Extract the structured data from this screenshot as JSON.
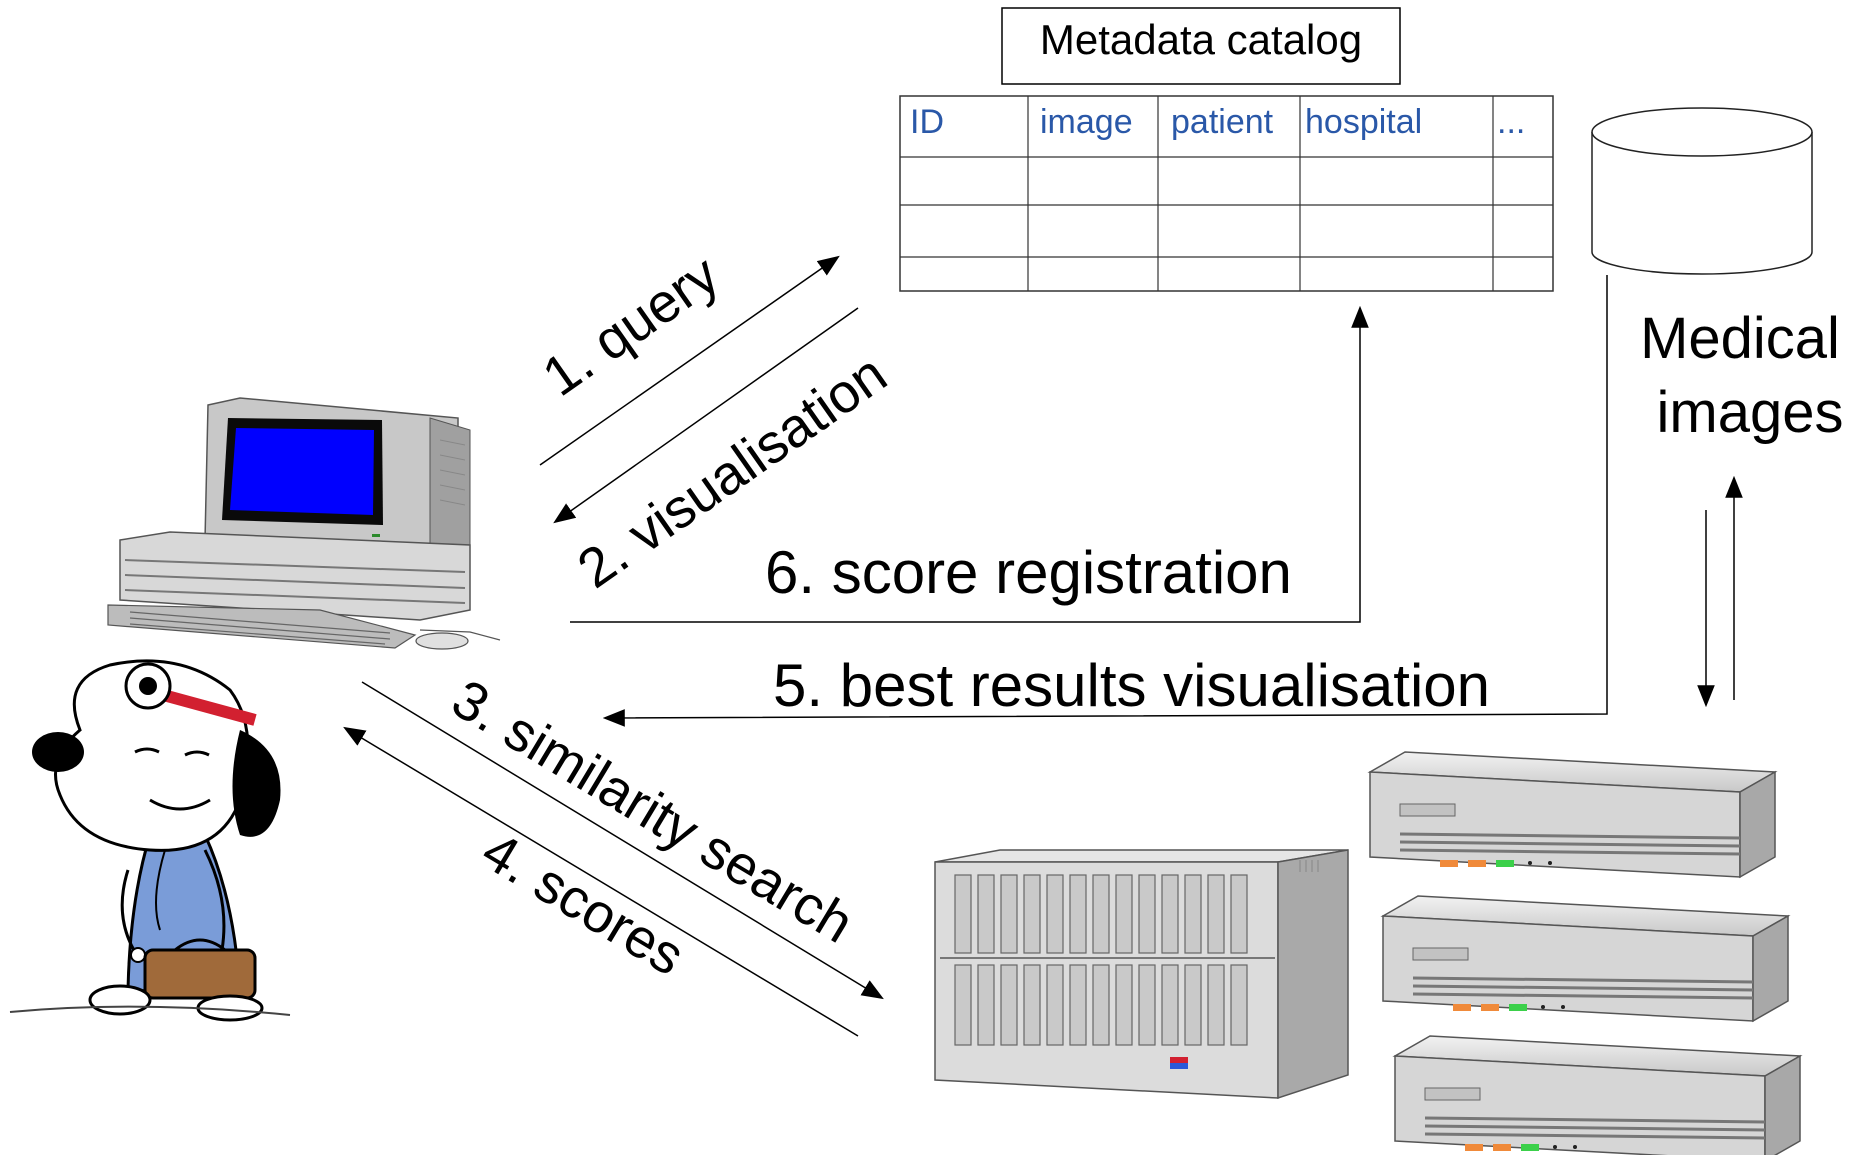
{
  "catalog": {
    "title": "Metadata catalog",
    "columns": [
      "ID",
      "image",
      "patient",
      "hospital",
      "..."
    ]
  },
  "storage": {
    "label_line1": "Medical",
    "label_line2": "images"
  },
  "arrows": {
    "query": "1. query",
    "visualisation": "2. visualisation",
    "similarity_search": "3. similarity search",
    "scores": "4. scores",
    "best_results": "5. best results visualisation",
    "score_registration": "6. score registration"
  },
  "icons": {
    "workstation": "desktop-computer-icon",
    "user": "doctor-character-icon",
    "compute": "compute-cluster-icon",
    "servers": "server-rack-icon",
    "database": "database-cylinder-icon"
  },
  "colors": {
    "header_text": "#2a58a8",
    "screen": "#0000ff",
    "cap": "#d22030"
  }
}
